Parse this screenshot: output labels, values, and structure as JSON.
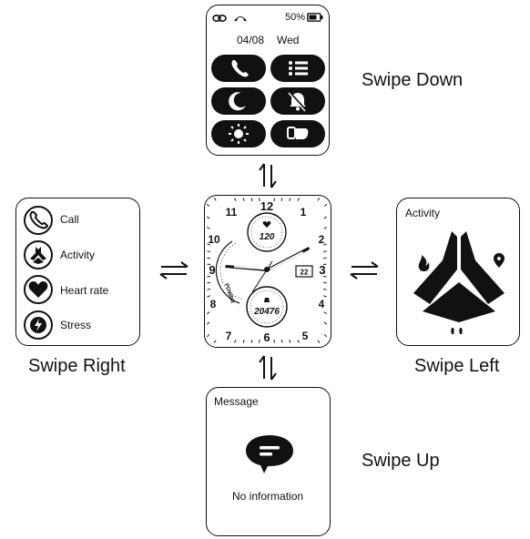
{
  "top_screen": {
    "battery": "50%",
    "date": "04/08",
    "weekday": "Wed",
    "buttons": [
      "phone-icon",
      "menu-list-icon",
      "moon-icon",
      "bell-off-icon",
      "brightness-icon",
      "watch-face-icon"
    ]
  },
  "left_screen": {
    "items": [
      {
        "label": "Call",
        "icon": "phone-icon"
      },
      {
        "label": "Activity",
        "icon": "activity-icon"
      },
      {
        "label": "Heart rate",
        "icon": "heart-icon"
      },
      {
        "label": "Stress",
        "icon": "stress-icon"
      }
    ]
  },
  "watch_face": {
    "heart_value": "120",
    "steps_value": "20476",
    "date_value": "22",
    "power_label": "POWER",
    "numerals": [
      "12",
      "1",
      "2",
      "3",
      "4",
      "5",
      "6",
      "7",
      "8",
      "9",
      "10",
      "11"
    ]
  },
  "right_screen": {
    "title": "Activity"
  },
  "bottom_screen": {
    "title": "Message",
    "empty_text": "No information"
  },
  "labels": {
    "swipe_down": "Swipe Down",
    "swipe_right": "Swipe Right",
    "swipe_left": "Swipe Left",
    "swipe_up": "Swipe Up"
  }
}
